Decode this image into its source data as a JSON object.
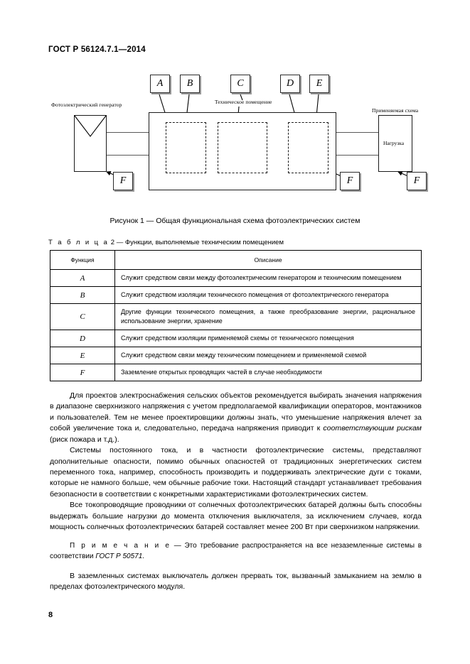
{
  "header": {
    "standard_id": "ГОСТ Р 56124.7.1—2014"
  },
  "figure": {
    "caption": "Рисунок 1 — Общая функциональная схема фотоэлектрических систем",
    "labels": {
      "a": "A",
      "b": "B",
      "c": "C",
      "d": "D",
      "e": "E",
      "f": "F"
    },
    "annotations": {
      "pv_generator": "Фотоэлектрический генератор",
      "technical_room": "Техническое помещение",
      "applied_scheme": "Применяемая схема",
      "load": "Нагрузка"
    }
  },
  "table": {
    "title_prefix": "Т а б л и ц а",
    "title_number": "2",
    "title_rest": "— Функции, выполняемые техническим помещением",
    "columns": [
      "Функция",
      "Описание"
    ],
    "rows": [
      {
        "key": "A",
        "description": "Служит средством связи между фотоэлектрическим генератором и техническим помещением"
      },
      {
        "key": "B",
        "description": "Служит средством изоляции технического помещения от фотоэлектрического генератора"
      },
      {
        "key": "C",
        "description": "Другие функции технического помещения, а также преобразование энергии, рациональное использование энергии, хранение"
      },
      {
        "key": "D",
        "description": "Служит средством изоляции применяемой схемы от технического помещения"
      },
      {
        "key": "E",
        "description": "Служит средством связи между техническим помещением и применяемой схемой"
      },
      {
        "key": "F",
        "description": "Заземление открытых проводящих частей в случае необходимости"
      }
    ]
  },
  "body": {
    "para1_before": "Для проектов электроснабжения сельских объектов рекомендуется выбирать значения напряжения в диапазоне сверхнизкого напряжения с учетом предполагаемой квалификации операторов, монтажников и пользователей. Тем не менее проектировщики должны знать, что уменьшение напряжения влечет за собой увеличение тока и, следовательно, передача напряжения приводит к ",
    "para1_italic": "соответствующим рискам",
    "para1_after": " (риск пожара и т.д.).",
    "para2": "Системы постоянного тока, и в частности фотоэлектрические системы, представляют дополнительные опасности, помимо обычных опасностей от традиционных энергетических систем переменного тока, например, способность производить и поддерживать электрические дуги с токами, которые не намного больше, чем обычные рабочие токи. Настоящий стандарт устанавливает требования безопасности в соответствии с конкретными характеристиками фотоэлектрических систем.",
    "para3": "Все токопроводящие проводники от солнечных фотоэлектрических батарей должны быть способны выдержать большие нагрузки до момента отключения выключателя, за исключением случаев, когда мощность солнечных фотоэлектрических батарей составляет менее 200 Вт при сверхнизком напряжении.",
    "note_label": "П р и м е ч а н и е",
    "note_text": " — Это требование распространяется на все незаземленные системы в соответствии ",
    "note_ref": "ГОСТ Р 50571",
    "note_tail": ".",
    "para4": "В заземленных системах выключатель должен прервать ток, вызванный замыканием на землю в пределах фотоэлектрического модуля."
  },
  "footer": {
    "page_number": "8"
  }
}
